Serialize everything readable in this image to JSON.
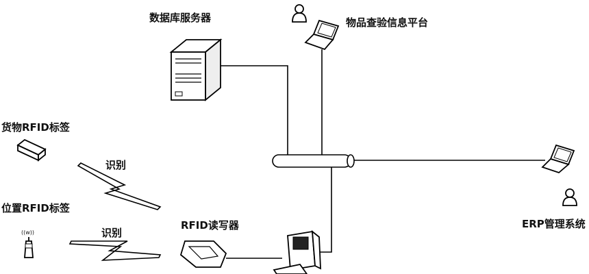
{
  "labels": {
    "db_server": "数据库服务器",
    "inspection_platform": "物品查验信息平台",
    "goods_tag": "货物RFID标签",
    "location_tag": "位置RFID标签",
    "identify_1": "识别",
    "identify_2": "识别",
    "reader": "RFID读写器",
    "erp": "ERP管理系统",
    "antenna_mark": "((w))"
  },
  "icons": {
    "db_server": "server-tower-icon",
    "inspection_user": "user-icon",
    "inspection_laptop": "laptop-icon",
    "erp_laptop": "laptop-icon",
    "erp_user": "user-icon",
    "goods_tag": "rfid-tag-icon",
    "location_tag": "antenna-tag-icon",
    "reader": "rfid-reader-icon",
    "pc": "desktop-computer-icon",
    "bus": "network-bus-pipe"
  },
  "colors": {
    "line": "#000000",
    "background": "#ffffff"
  }
}
